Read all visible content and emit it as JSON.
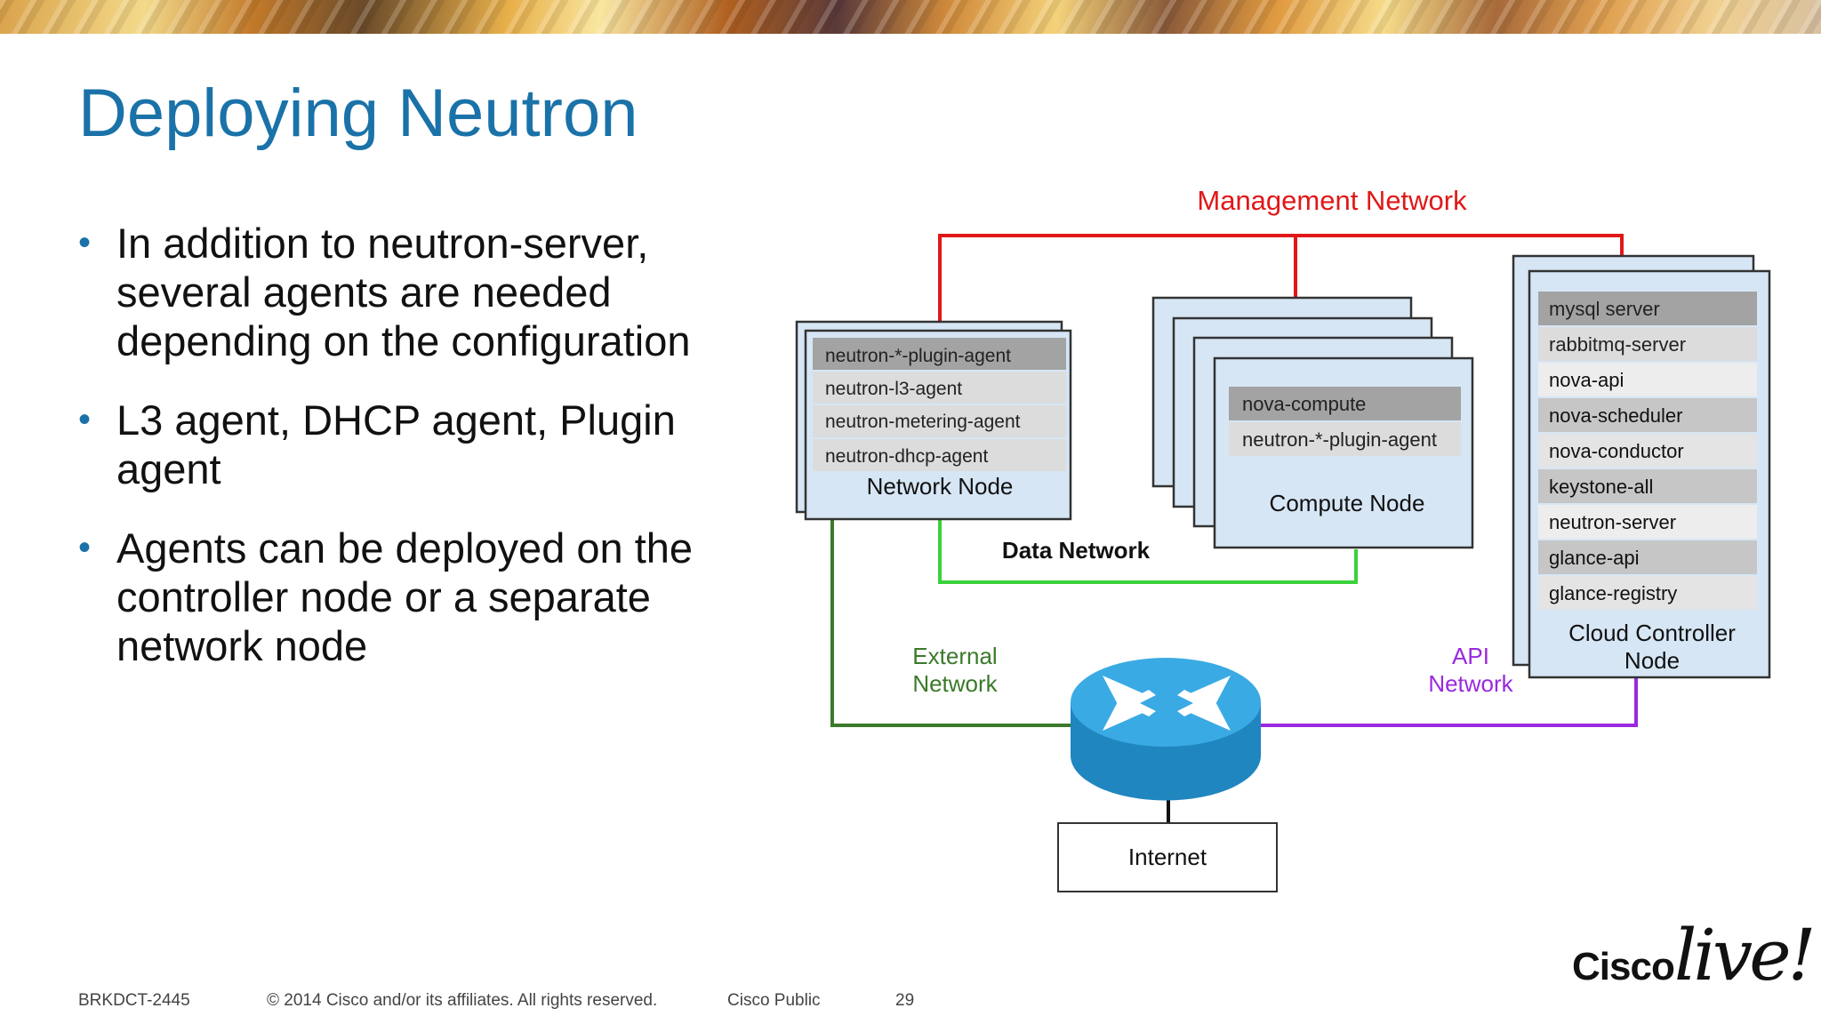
{
  "slide": {
    "title": "Deploying Neutron",
    "bullets": [
      "In addition to neutron-server, several agents are needed depending on the configuration",
      "L3 agent, DHCP agent, Plugin agent",
      "Agents can be deployed on the controller node or a separate network node"
    ]
  },
  "diagram": {
    "networks": {
      "management": "Management Network",
      "data": "Data Network",
      "external": [
        "External",
        "Network"
      ],
      "api": [
        "API",
        "Network"
      ]
    },
    "network_node": {
      "label": "Network Node",
      "services": [
        "neutron-*-plugin-agent",
        "neutron-l3-agent",
        "neutron-metering-agent",
        "neutron-dhcp-agent"
      ]
    },
    "compute_node": {
      "label": "Compute Node",
      "services": [
        "nova-compute",
        "neutron-*-plugin-agent"
      ]
    },
    "controller_node": {
      "label": [
        "Cloud Controller",
        "Node"
      ],
      "services": [
        "mysql server",
        "rabbitmq-server",
        "nova-api",
        "nova-scheduler",
        "nova-conductor",
        "keystone-all",
        "neutron-server",
        "glance-api",
        "glance-registry"
      ]
    },
    "internet": "Internet",
    "colors": {
      "management": "#e01818",
      "data": "#3ad23a",
      "external": "#3a7a2a",
      "api": "#9a28e0",
      "node_fill": "#d6e6f5",
      "service_dark": "#a3a3a3",
      "service_light": "#dcdcdc",
      "router": "#2a9ad8"
    }
  },
  "footer": {
    "code": "BRKDCT-2445",
    "copyright": "© 2014 Cisco and/or its affiliates. All rights reserved.",
    "classification": "Cisco Public",
    "page": "29"
  },
  "logo": {
    "cisco": "Cisco",
    "live": "live!"
  }
}
